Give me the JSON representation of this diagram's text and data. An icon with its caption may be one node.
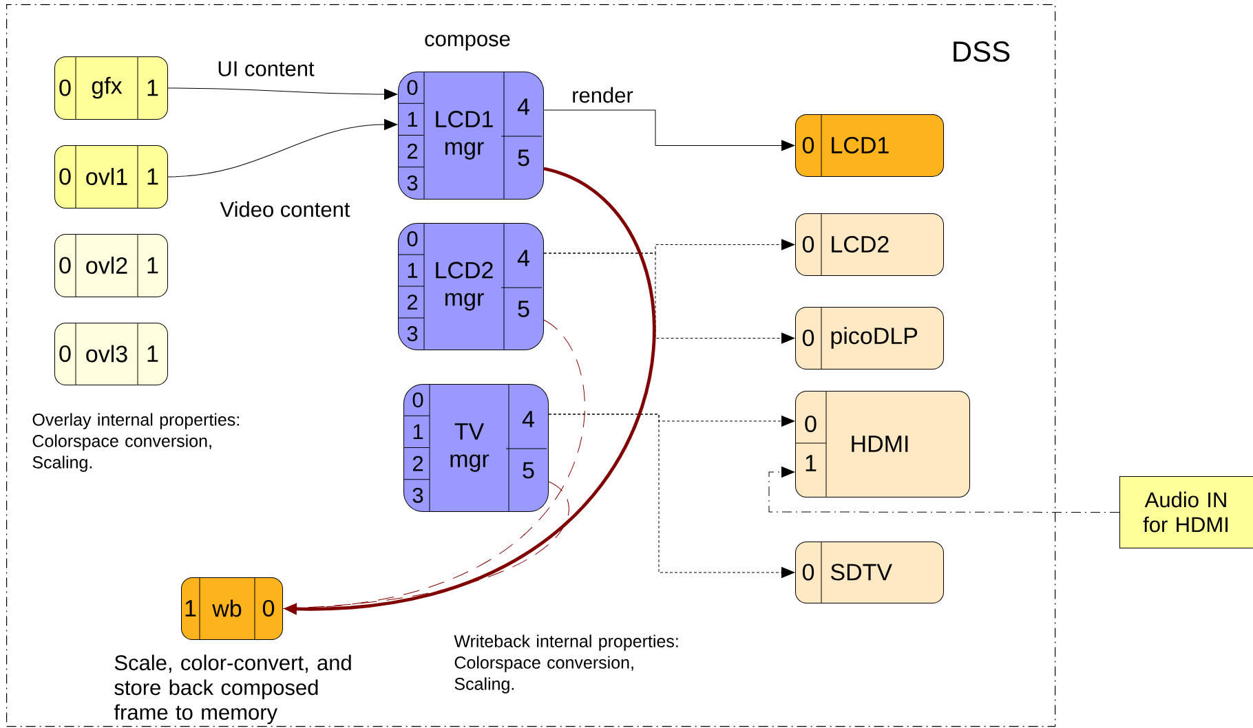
{
  "diagram": {
    "nodes": [
      {
        "text": [
          "DSS"
        ]
      },
      {
        "text": [
          "0",
          "gfx",
          "1"
        ],
        "in": 0
      },
      {
        "text": [
          "0",
          "ovl1",
          "1"
        ],
        "in": 0
      },
      {
        "text": [
          "0",
          "ovl2",
          "1"
        ],
        "in": 0
      },
      {
        "text": [
          "0",
          "ovl3",
          "1"
        ],
        "in": 0
      },
      {
        "text": [
          "0",
          "1",
          "2",
          "3",
          "LCD1 mgr",
          "4",
          "5"
        ],
        "in": 0
      },
      {
        "text": [
          "0",
          "1",
          "2",
          "3",
          "LCD2 mgr",
          "4",
          "5"
        ],
        "in": 0
      },
      {
        "text": [
          "0",
          "1",
          "2",
          "3",
          "TV mgr",
          "4",
          "5"
        ],
        "in": 0
      },
      {
        "text": [
          "0",
          "LCD1"
        ],
        "in": 0
      },
      {
        "text": [
          "0",
          "LCD2"
        ],
        "in": 0
      },
      {
        "text": [
          "0",
          "picoDLP"
        ],
        "in": 0
      },
      {
        "text": [
          "0",
          "1",
          "HDMI"
        ],
        "in": 0
      },
      {
        "text": [
          "0",
          "SDTV"
        ],
        "in": 0
      },
      {
        "text": [
          "1",
          "wb",
          "0"
        ],
        "in": 0,
        "beside": [
          "Scale, color-convert, and store back composed frame to memory"
        ]
      },
      {
        "text": [
          "Audio IN for HDMI"
        ]
      }
    ],
    "edges": [
      {
        "from": 1,
        "to": 5,
        "arrow": "to",
        "label": "UI content"
      },
      {
        "from": 2,
        "to": 5,
        "arrow": "to",
        "label": "Video content"
      },
      {
        "from": 5,
        "to": 8,
        "arrow": "to",
        "label": "render"
      },
      {
        "from": 6,
        "to": 9,
        "arrow": "to",
        "style": "dashed"
      },
      {
        "from": 6,
        "to": 10,
        "arrow": "to",
        "style": "dashed"
      },
      {
        "from": 7,
        "to": 11,
        "arrow": "to",
        "style": "dashed"
      },
      {
        "from": 7,
        "to": 12,
        "arrow": "to",
        "style": "dashed"
      },
      {
        "from": 14,
        "to": 11,
        "arrow": "to",
        "style": "dashed"
      },
      {
        "from": 5,
        "to": 13,
        "arrow": "to",
        "style": "thick",
        "color": "#800000"
      },
      {
        "from": 6,
        "to": 13,
        "arrow": "none",
        "style": "dashed",
        "color": "#800000"
      },
      {
        "from": 7,
        "to": 13,
        "arrow": "none",
        "style": "dashed",
        "color": "#800000"
      }
    ],
    "labels": [
      "compose",
      "Overlay internal properties: Colorspace conversion, Scaling.",
      "Writeback internal properties: Colorspace conversion, Scaling."
    ]
  }
}
